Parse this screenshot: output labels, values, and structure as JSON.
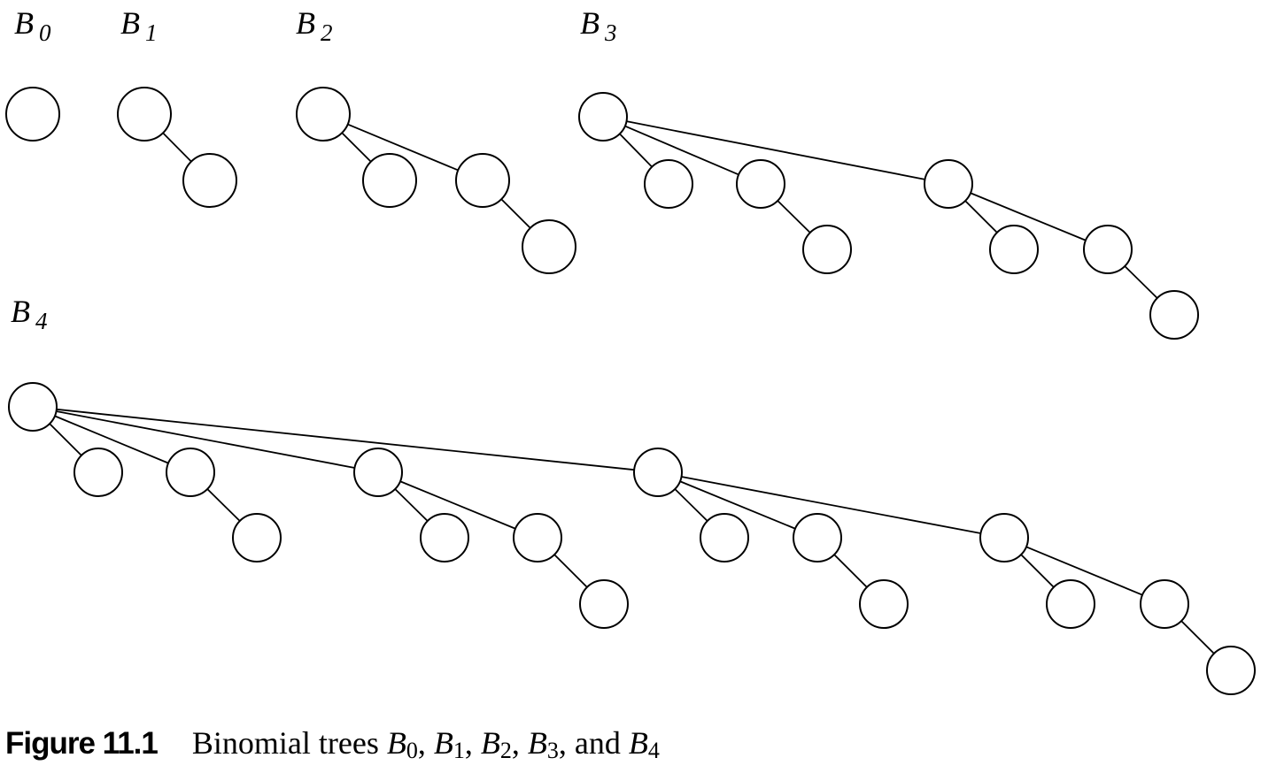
{
  "trees": [
    {
      "letter": "B",
      "sub": "0"
    },
    {
      "letter": "B",
      "sub": "1"
    },
    {
      "letter": "B",
      "sub": "2"
    },
    {
      "letter": "B",
      "sub": "3"
    },
    {
      "letter": "B",
      "sub": "4"
    }
  ],
  "caption": {
    "figure_number": "Figure 11.1",
    "text": "Binomial trees",
    "items": [
      {
        "letter": "B",
        "sub": "0",
        "sep": ", "
      },
      {
        "letter": "B",
        "sub": "1",
        "sep": ", "
      },
      {
        "letter": "B",
        "sub": "2",
        "sep": ", "
      },
      {
        "letter": "B",
        "sub": "3",
        "sep": ", and "
      },
      {
        "letter": "B",
        "sub": "4",
        "sep": ""
      }
    ]
  }
}
